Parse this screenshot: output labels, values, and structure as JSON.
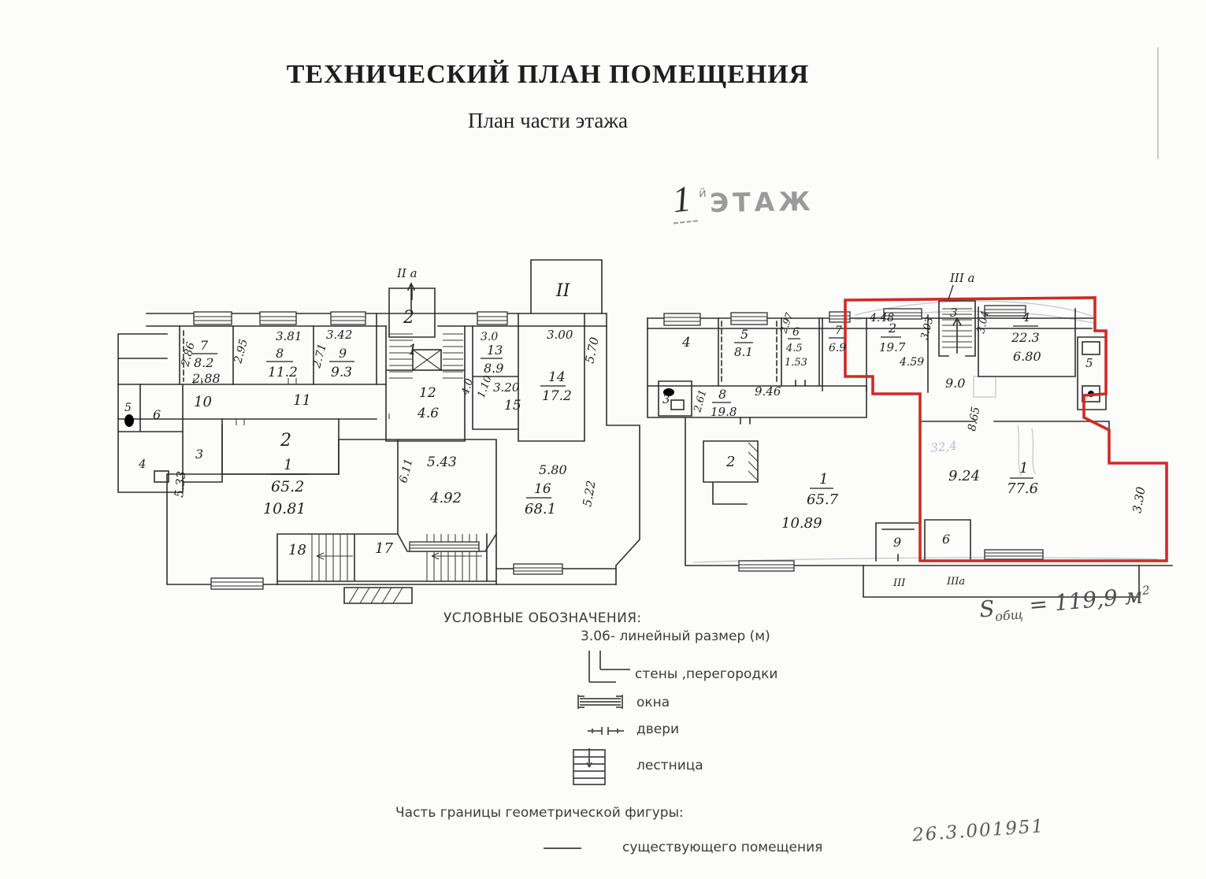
{
  "header": {
    "title": "ТЕХНИЧЕСКИЙ ПЛАН ПОМЕЩЕНИЯ",
    "subtitle": "План части этажа",
    "floor_num": "1",
    "floor_suf": "й",
    "floor_word": "ЭТАЖ"
  },
  "lp": {
    "entry_label": "II a",
    "entry_box": "2",
    "entry_one": "1",
    "porch": "II",
    "r7n": "7",
    "r7a": "8.2",
    "r7w": "2.88",
    "r7h": "2.86",
    "r8n": "8",
    "r8a": "11.2",
    "r8w": "3.81",
    "r8h": "2.95",
    "r9n": "9",
    "r9a": "9.3",
    "r9w": "3.42",
    "r9h": "2.71",
    "c10": "10",
    "c11": "11",
    "r5": "5",
    "r6": "6",
    "r3": "3",
    "r4": "4",
    "r2": "2",
    "r12n": "12",
    "r12a": "4.6",
    "d40": "4.0",
    "d110": "1.10",
    "r13n": "13",
    "r13a": "8.9",
    "d30": "3.0",
    "r15": "15",
    "d320": "3.20",
    "r14n": "14",
    "r14a": "17.2",
    "d300": "3.00",
    "d570": "5.70",
    "r1n": "1",
    "r1a": "65.2",
    "r1w": "10.81",
    "d533": "5.33",
    "m543": "5.43",
    "m492": "4.92",
    "d611": "6.11",
    "r16n": "16",
    "r16a": "68.1",
    "d580": "5.80",
    "d522": "5.22",
    "r18": "18",
    "r17": "17"
  },
  "rp": {
    "entry_label": "III a",
    "r4": "4",
    "r5n": "5",
    "r5a": "8.1",
    "r6n": "6",
    "r6a": "4.5",
    "d153": "1.53",
    "d297": "2.97",
    "r7n": "7",
    "r7a": "6.9",
    "r3s": "3",
    "r8n": "8",
    "r8a": "19.8",
    "d261": "2.61",
    "d946": "9.46",
    "r2s": "2",
    "r1ln": "1",
    "r1la": "65.7",
    "r1lw": "10.89",
    "r2rn": "2",
    "r2ra": "19.7",
    "d448": "4.48",
    "d459": "4.59",
    "d303": "3.03",
    "r3r": "3",
    "d304": "3.04",
    "r4rn": "4",
    "r4ra": "22.3",
    "d680": "6.80",
    "r5r": "5",
    "d90": "9.0",
    "d865": "8.65",
    "r1rn": "1",
    "r1ra": "77.6",
    "d924": "9.24",
    "d330": "3.30",
    "r6b": "6",
    "r9b": "9",
    "iii": "III",
    "iiia": "IIIa",
    "pencil": "32,4"
  },
  "legend": {
    "heading": "УСЛОВНЫЕ ОБОЗНАЧЕНИЯ:",
    "dim_note": "3.06- линейный размер (м)",
    "walls": "стены ,перегородки",
    "windows": "окна",
    "doors": "двери",
    "stairs": "лестница",
    "boundary_heading": "Часть границы геометрической фигуры:",
    "existing": "существующего помещения"
  },
  "notes": {
    "s": "S",
    "s_sub": "общ",
    "s_eq": "= 119,9 м",
    "s_sup": "2",
    "doc": "26.3.001951"
  },
  "colors": {
    "red_boundary": "#cf2b24",
    "ink": "#2e2e2e",
    "pencil": "#c4c8cd"
  }
}
